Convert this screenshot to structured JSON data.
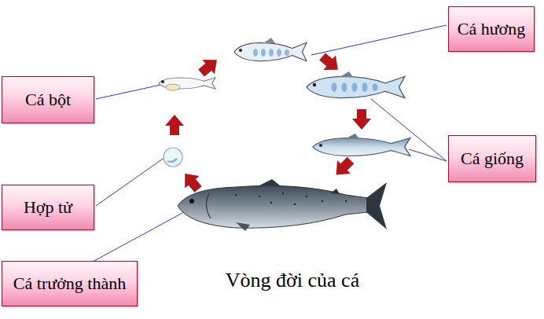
{
  "diagram": {
    "caption": "Vòng đời của cá",
    "nodes": [
      {
        "text": [
          "Cá hương"
        ]
      },
      {
        "text": [
          "Cá bột"
        ]
      },
      {
        "text": [
          "Cá giống"
        ]
      },
      {
        "text": [
          "Hợp tử"
        ]
      },
      {
        "text": [
          "Cá trưởng thành"
        ]
      }
    ]
  }
}
